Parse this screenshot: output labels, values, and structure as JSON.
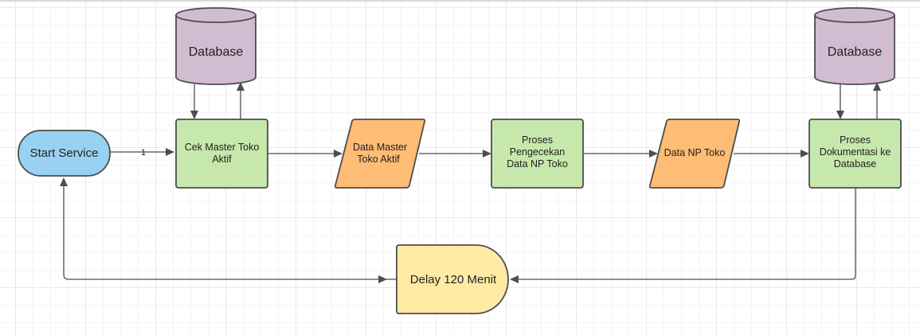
{
  "nodes": {
    "start_service": "Start Service",
    "database_left": "Database",
    "cek_master_toko_aktif": [
      "Cek Master Toko",
      "Aktif"
    ],
    "data_master_toko_aktif": [
      "Data Master",
      "Toko Aktif"
    ],
    "proses_pengecekan": [
      "Proses",
      "Pengecekan",
      "Data NP Toko"
    ],
    "data_np_toko": "Data NP Toko",
    "proses_dokumentasi": [
      "Proses",
      "Dokumentasi ke",
      "Database"
    ],
    "database_right": "Database",
    "delay": "Delay 120 Menit"
  },
  "edge_labels": {
    "start_to_cek": "1"
  },
  "colors": {
    "terminator_fill": "#99d1f2",
    "database_fill": "#d1bcd2",
    "process_fill": "#c7e8ac",
    "data_fill": "#ffbc75",
    "delay_fill": "#ffeaa4",
    "stroke": "#4d4d4d"
  }
}
